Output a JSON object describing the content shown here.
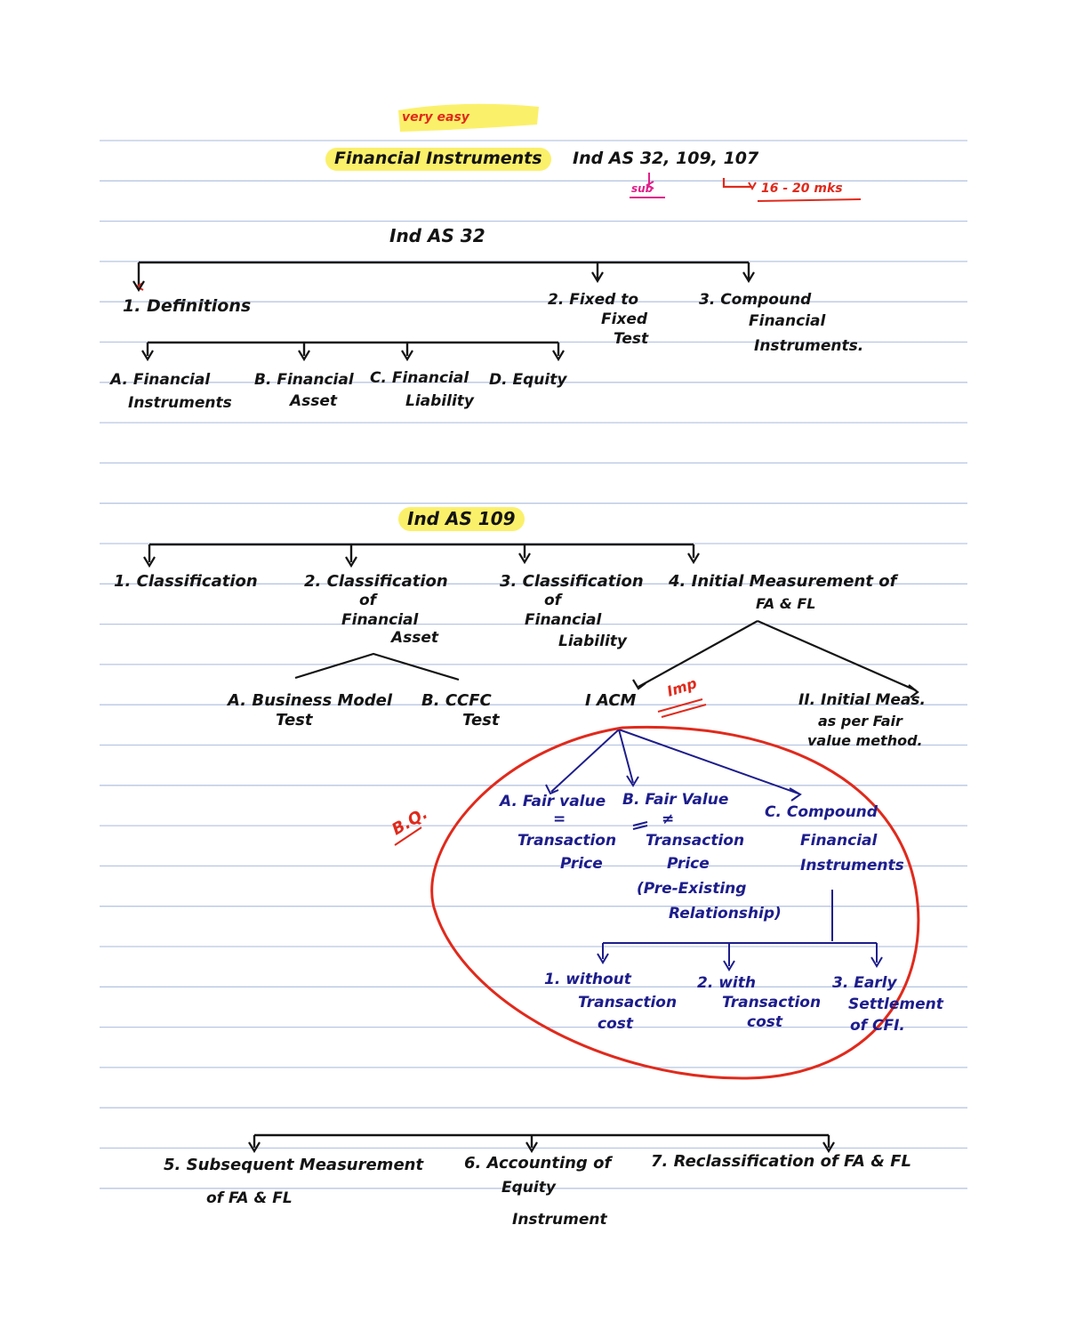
{
  "header": {
    "note_top": "very easy",
    "title_highlighted": "Financial Instruments",
    "title_rest": "Ind AS 32, 109, 107",
    "note_sub": "sub",
    "marks_note": "16 - 20 mks"
  },
  "ind_as_32": {
    "heading": "Ind AS 32",
    "item1": "1. Definitions",
    "item2_line1": "2. Fixed to",
    "item2_line2": "Fixed",
    "item2_line3": "Test",
    "item3_line1": "3. Compound",
    "item3_line2": "Financial",
    "item3_line3": "Instruments.",
    "defs": [
      {
        "line1": "A. Financial",
        "line2": "Instruments"
      },
      {
        "line1": "B. Financial",
        "line2": "Asset"
      },
      {
        "line1": "C. Financial",
        "line2": "Liability"
      },
      {
        "line1": "D. Equity",
        "line2": ""
      }
    ]
  },
  "ind_as_109": {
    "heading": "Ind AS 109",
    "item1": "1. Classification",
    "item2_line1": "2. Classification",
    "item2_line2": "of",
    "item2_line3": "Financial",
    "item2_line4": "Asset",
    "item3_line1": "3. Classification",
    "item3_line2": "of",
    "item3_line3": "Financial",
    "item3_line4": "Liability",
    "item4_line1": "4. Initial Measurement of",
    "item4_line2": "FA & FL",
    "fa_a_line1": "A. Business Model",
    "fa_a_line2": "Test",
    "fa_b_line1": "B. CCFC",
    "fa_b_line2": "Test",
    "acm_label": "I ACM",
    "acm_note": "Imp",
    "fv_line1": "II. Initial Meas.",
    "fv_line2": "as per Fair",
    "fv_line3": "value method.",
    "bq_note": "B.Q.",
    "acm_a_line1": "A. Fair value",
    "acm_a_line2": "=",
    "acm_a_line3": "Transaction",
    "acm_a_line4": "Price",
    "acm_b_line1": "B. Fair Value",
    "acm_b_line2": "≠",
    "acm_b_line3": "Transaction",
    "acm_b_line4": "Price",
    "acm_b_line5": "(Pre-Existing",
    "acm_b_line6": "Relationship)",
    "acm_c_line1": "C. Compound",
    "acm_c_line2": "Financial",
    "acm_c_line3": "Instruments",
    "cfi_1_line1": "1. without",
    "cfi_1_line2": "Transaction",
    "cfi_1_line3": "cost",
    "cfi_2_line1": "2. with",
    "cfi_2_line2": "Transaction",
    "cfi_2_line3": "cost",
    "cfi_3_line1": "3. Early",
    "cfi_3_line2": "Settlement",
    "cfi_3_line3": "of CFI.",
    "item5_line1": "5. Subsequent Measurement",
    "item5_line2": "of FA & FL",
    "item6_line1": "6. Accounting of",
    "item6_line2": "Equity",
    "item6_line3": "Instrument",
    "item7": "7. Reclassification of FA & FL"
  },
  "colors": {
    "ink": "#141414",
    "blue_ink": "#1d1d8c",
    "red_ink": "#e02a1c",
    "pink_ink": "#e0208a",
    "highlight": "#fbf06a",
    "rule_line": "#b9c6e2"
  }
}
